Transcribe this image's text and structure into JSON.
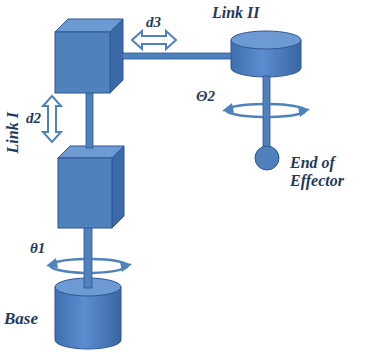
{
  "diagram": {
    "labels": [
      "Link II",
      "d3",
      "Link I",
      "d2",
      "θ1",
      "Θ2",
      "End of Effector",
      "Base"
    ]
  }
}
